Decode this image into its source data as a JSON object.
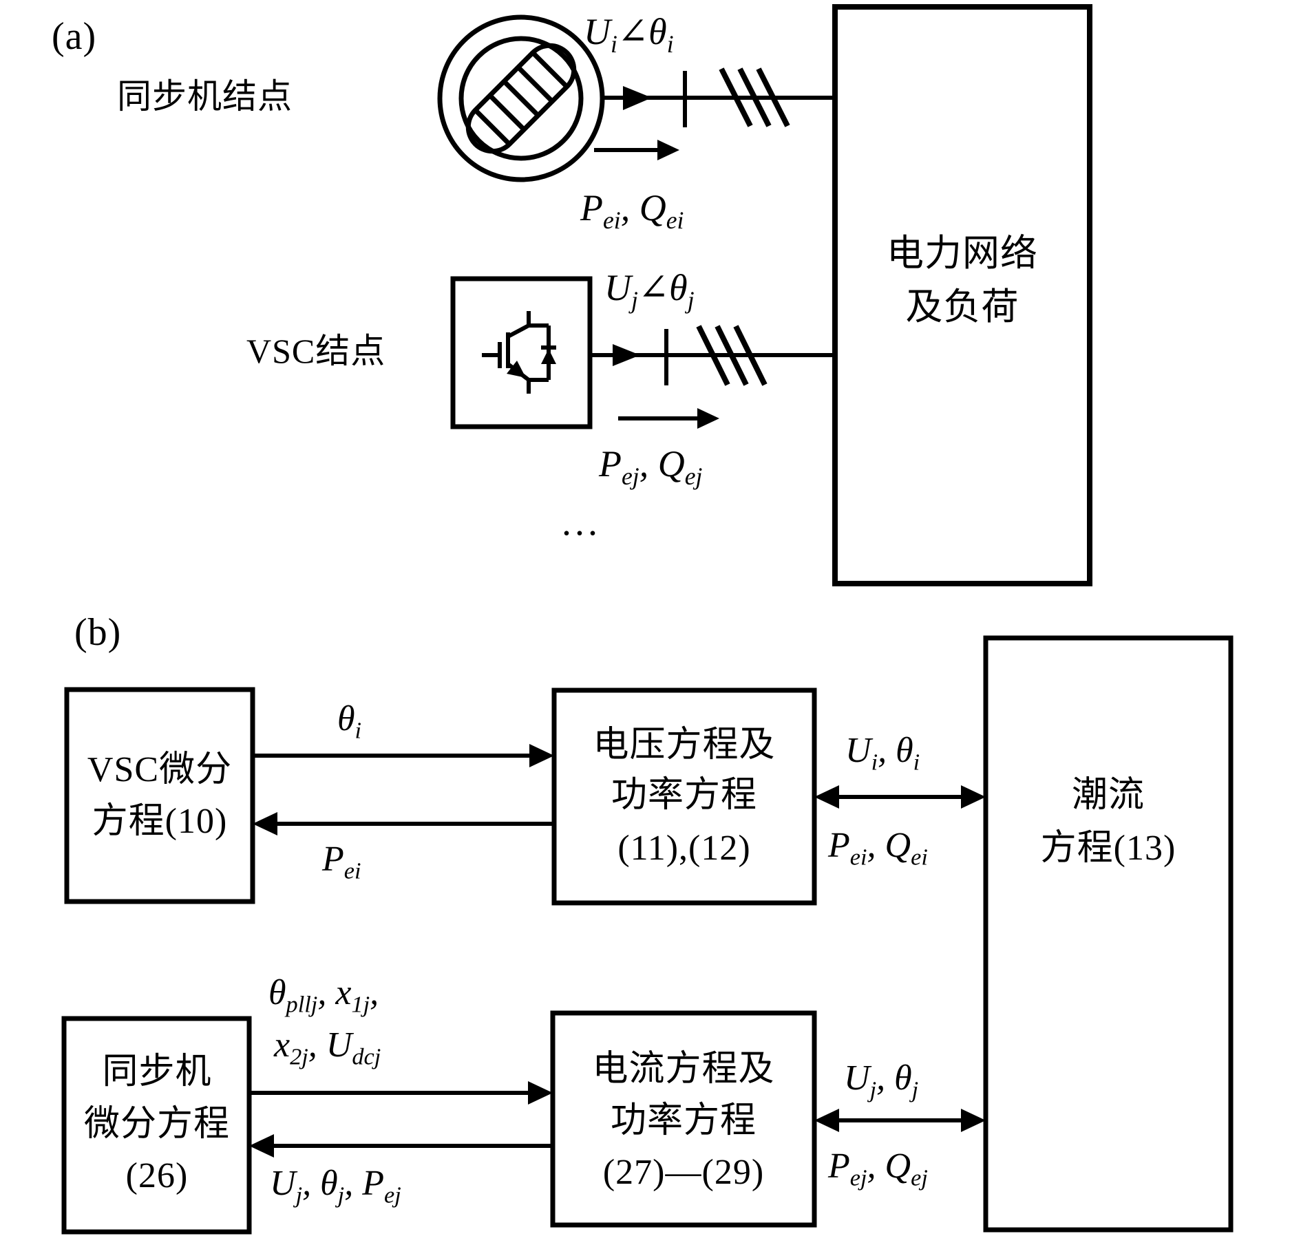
{
  "panel_a": {
    "label": "(a)",
    "sync_node_label": "同步机结点",
    "vsc_node_label": "VSC结点",
    "network_box": {
      "line1": "电力网络",
      "line2": "及负荷"
    },
    "bus_i_voltage": "U_{i}∠θ_{i}",
    "bus_i_power": "P_{ei}, Q_{ei}",
    "bus_j_voltage": "U_{j}∠θ_{j}",
    "bus_j_power": "P_{ej}, Q_{ej}",
    "ellipsis": "..."
  },
  "panel_b": {
    "label": "(b)",
    "box_vsc_ode": {
      "line1": "VSC微分",
      "line2": "方程(10)"
    },
    "box_voltage_power": {
      "line1": "电压方程及",
      "line2": "功率方程",
      "line3": "(11),(12)"
    },
    "box_power_flow": {
      "line1": "潮流",
      "line2": "方程(13)"
    },
    "box_sync_ode": {
      "line1": "同步机",
      "line2": "微分方程",
      "line3": "(26)"
    },
    "box_current_power": {
      "line1": "电流方程及",
      "line2": "功率方程",
      "line3": "(27)—(29)"
    },
    "arrow_theta_i": "θ_{i}",
    "arrow_p_ei": "P_{ei}",
    "arrow_ui_thetai": "U_{i}, θ_{i}",
    "arrow_pei_qei": "P_{ei}, Q_{ei}",
    "arrow_pll_line1": "θ_{pllj}, x_{1j},",
    "arrow_pll_line2": "x_{2j}, U_{dcj}",
    "arrow_uj_thetaj_pej": "U_{j}, θ_{j}, P_{ej}",
    "arrow_uj_thetaj": "U_{j}, θ_{j}",
    "arrow_pej_qej": "P_{ej}, Q_{ej}"
  },
  "colors": {
    "ink": "#000000",
    "background": "#ffffff"
  }
}
